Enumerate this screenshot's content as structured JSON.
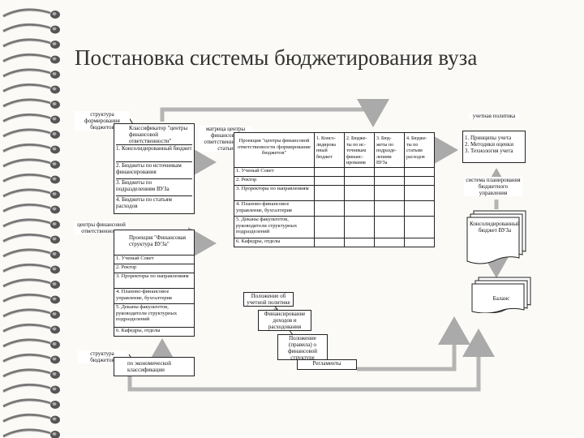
{
  "title": "Постановка системы бюджетирования вуза",
  "left": {
    "formation_label": "структура формирования бюджетов",
    "classifier_head": "Классификатор \"центры финансовой ответственности\"",
    "classifier_items": [
      "1. Консолидированный бюджет",
      "2. Бюджеты по источникам финансирования",
      "3. Бюджеты по подразделениям ВУЗа",
      "4. Бюджеты по статьям расходов"
    ],
    "cfo_label": "центры финансовой ответственности",
    "cfo_head": "Проекция \"Финансовая структура ВУЗа\"",
    "cfo_items": [
      "1. Ученый Совет",
      "2. Ректор",
      "3. Проректоры по направлениям",
      "4. Планово-финансовое управление, бухгалтерия",
      "5. Деканы факультетов, руководители структурных подразделений",
      "6. Кафедры, отделы"
    ],
    "budget_struct_label": "структура бюджетов",
    "budget_class_head": "по экономической классификации"
  },
  "matrix": {
    "label": "матрица центры финансовой ответственности / статьи",
    "head": "Проекция \"центры финансовой ответственности /формирование бюджетов\"",
    "col_heads": [
      "1. Консо-лидирова нный бюджет",
      "2. Бюдже-ты по ис-точникам финанс-ирования",
      "3. Бюд-жеты по подразде-лениям ВУЗа",
      "4. Бюдже-ты по статьям расходов"
    ],
    "rows": [
      "1. Ученый Совет",
      "2. Ректор",
      "3. Проректоры по направлениям",
      "4. Планово-финансовое управление, бухгалтерия",
      "5. Деканы факультетов, руководители структурных подразделений",
      "6. Кафедры, отделы"
    ]
  },
  "center": {
    "policy": "Положение об учетной политике",
    "financing": "Финансирование доходов и расходования",
    "provision": "Положение (правила) о финансовой структуре",
    "regulations": "Регламенты"
  },
  "right": {
    "accounting_label": "учетная политика",
    "accounting_items": [
      "1. Принципы учета",
      "2. Методики оценки",
      "3. Технология учета"
    ],
    "planning_label": "система планирования бюджетного управления",
    "consolidated_doc": "Консолидированный бюджет ВУЗа",
    "balance_doc": "Баланс"
  }
}
